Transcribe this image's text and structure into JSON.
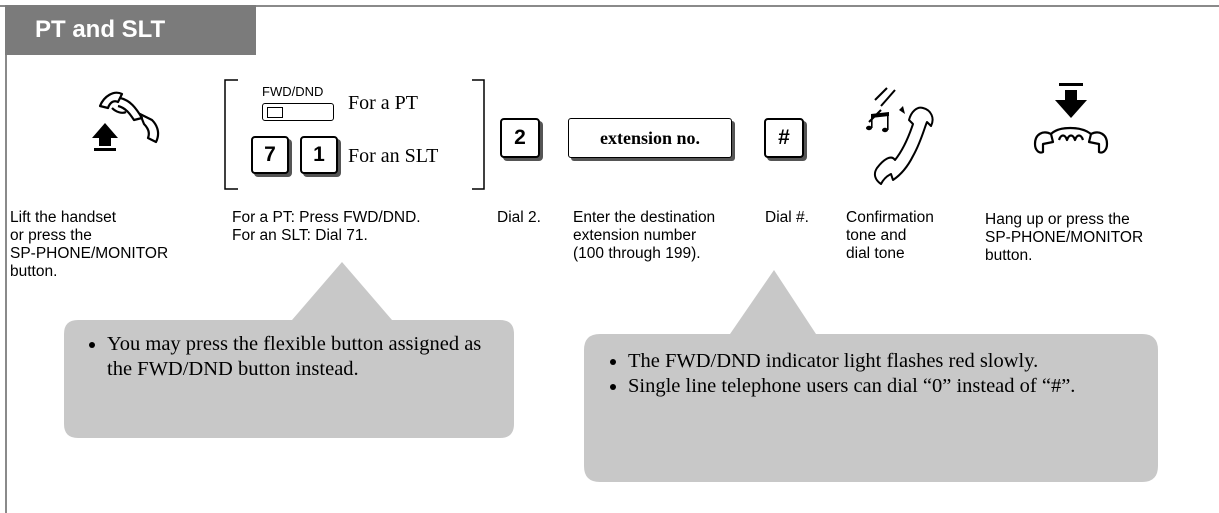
{
  "section_title": "PT and SLT",
  "keys": {
    "fwd_dnd_label": "FWD/DND",
    "for_pt": "For a PT",
    "key_7": "7",
    "key_1": "1",
    "for_slt": "For an SLT",
    "key_2": "2",
    "extension": "extension no.",
    "key_hash": "#"
  },
  "captions": {
    "lift_1": "Lift the handset",
    "lift_2": "or press the",
    "lift_3": "SP-PHONE/MONITOR",
    "lift_4": "button.",
    "fwd_1": "For a PT: Press FWD/DND.",
    "fwd_2": "For an SLT: Dial 71.",
    "dial2": "Dial 2.",
    "enter_1": "Enter the destination",
    "enter_2": "extension number",
    "enter_3": "(100 through 199).",
    "dialhash": "Dial #.",
    "confirm_1": "Confirmation",
    "confirm_2": "tone and",
    "confirm_3": "dial tone",
    "hang_1": "Hang up or press the",
    "hang_2": "SP-PHONE/MONITOR",
    "hang_3": "button."
  },
  "notes": {
    "left": [
      "You may press the flexible button assigned as the FWD/DND button instead."
    ],
    "right": [
      "The FWD/DND indicator light flashes red slowly.",
      "Single line telephone users can dial “0” instead of “#”."
    ]
  },
  "colors": {
    "tab_bg": "#7b7b7b",
    "bubble_bg": "#c8c8c8",
    "frame": "#8a8a8a"
  },
  "icons": [
    "lift-handset-icon",
    "confirmation-tone-icon",
    "hang-up-icon"
  ]
}
